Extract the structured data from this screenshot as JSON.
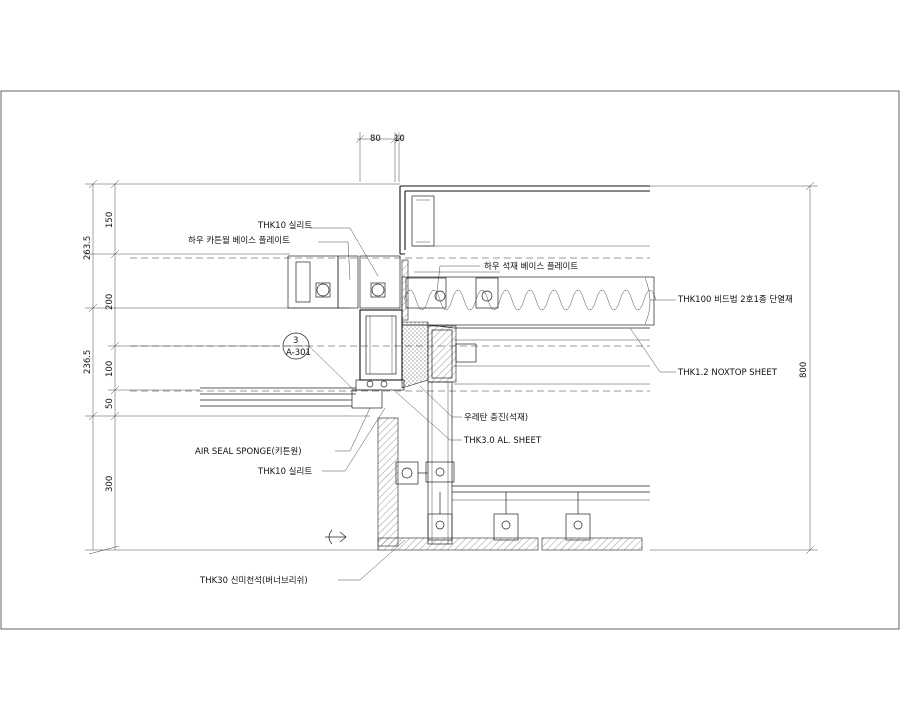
{
  "dimensions": {
    "top": [
      "80",
      "10"
    ],
    "left_inner": [
      "150",
      "200",
      "100",
      "50",
      "300"
    ],
    "left_outer": [
      "263.5",
      "236.5"
    ],
    "right": "800"
  },
  "labels": {
    "sealant_top": "THK10 실리트",
    "base_plate_left": "하우 카튼월 베이스 플레이트",
    "base_plate_right": "하우 석재 베이스 플레이트",
    "insulation": "THK100 비드법 2호1종 단열재",
    "noxtop": "THK1.2 NOXTOP SHEET",
    "urethane": "우레탄 충진(석재)",
    "al_sheet": "THK3.0 AL. SHEET",
    "air_seal": "AIR SEAL SPONGE(키튼원)",
    "sealant_bottom": "THK10 실리트",
    "stone": "THK30 신미천석(버너브리쉬)"
  },
  "detail_bubble": {
    "number": "3",
    "sheet": "A-301"
  }
}
